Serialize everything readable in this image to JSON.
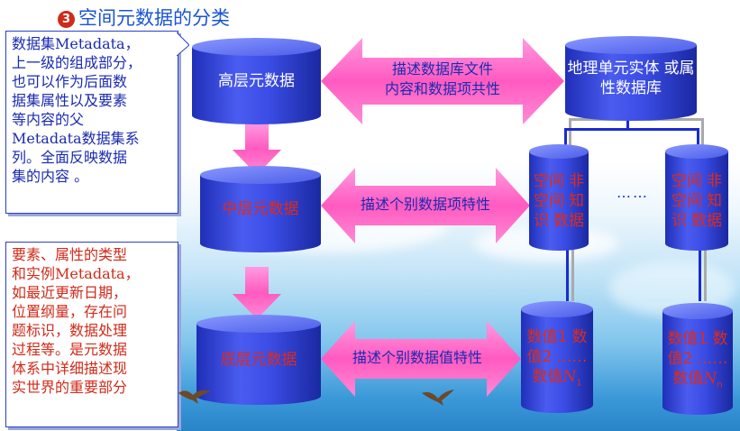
{
  "title": {
    "marker": "3",
    "text": "空间元数据的分类"
  },
  "notes": {
    "upper": [
      "数据集Metadata，",
      "上一级的组成部分，",
      "也可以作为后面数",
      "据集属性以及要素",
      "等内容的父",
      "Metadata数据集系",
      "列。全面反映数据",
      "集的内容 。"
    ],
    "lower": [
      "要素、属性的类型",
      "和实例Metadata，",
      "如最近更新日期，",
      "位置纲量，存在问",
      "题标识，数据处理",
      "过程等。是元数据",
      "体系中详细描述现",
      "实世界的重要部分"
    ]
  },
  "levels": {
    "high": "高层元数据",
    "mid": "中层元数据",
    "low": "底层元数据"
  },
  "arrows": {
    "high": [
      "描述数据库文件",
      "内容和数据项共性"
    ],
    "mid": "描述个别数据项特性",
    "low": "描述个别数据值特性"
  },
  "right": {
    "top": [
      "地理单元实体",
      "或属性数据库"
    ],
    "item_left": [
      "空间",
      "非空间",
      "知识",
      "数据"
    ],
    "item_right": [
      "空间",
      "非空间",
      "知识",
      "数据"
    ],
    "dots_mid": "……",
    "value_left": {
      "l1": "数值1",
      "l2": "数值2",
      "l3": "……",
      "l4_base": "数值",
      "l4_var": "N",
      "l4_sub": "1"
    },
    "value_right": {
      "l1": "数值1",
      "l2": "数值2",
      "l3": "……",
      "l4_base": "数值",
      "l4_var": "N",
      "l4_sub": "n"
    }
  },
  "colors": {
    "cylinder": "#2f43d8",
    "arrow": "#ff66c8",
    "note_border": "#2a40c8",
    "red": "#e02a18",
    "blue": "#1a2bb0"
  }
}
